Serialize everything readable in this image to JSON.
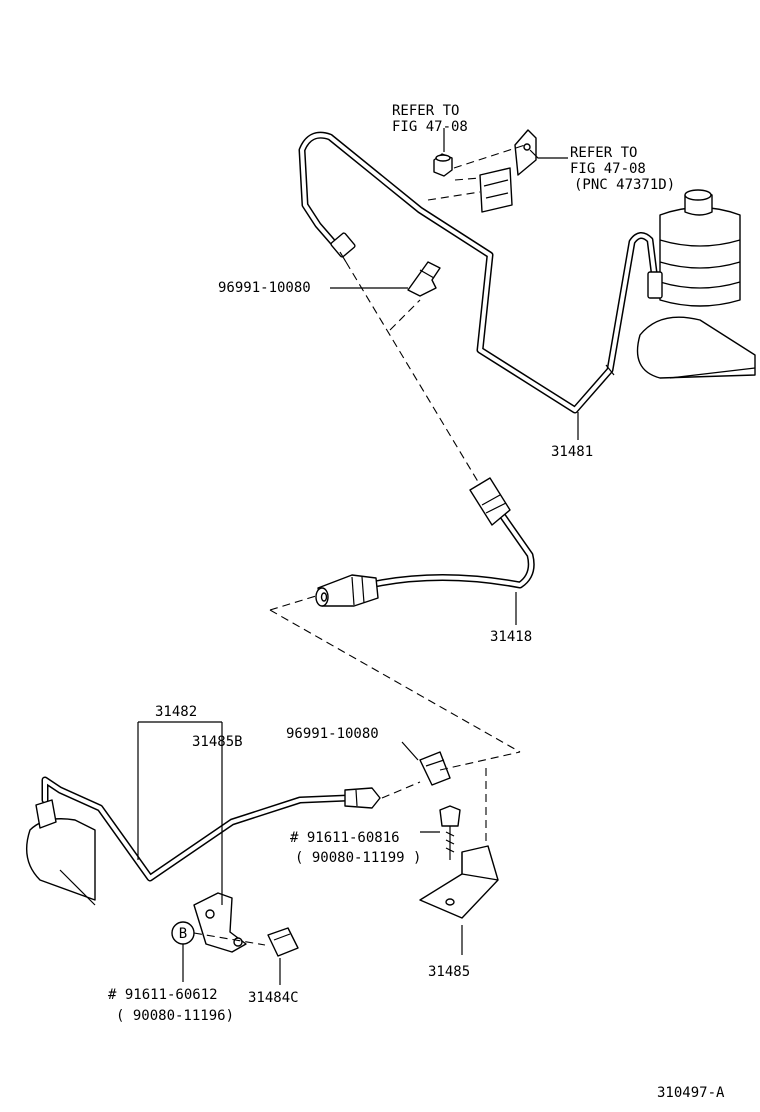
{
  "labels": {
    "refer_top_1": "REFER TO",
    "refer_top_2": "FIG 47-08",
    "refer_right_1": "REFER TO",
    "refer_right_2": "FIG 47-08",
    "refer_right_3": "(PNC 47371D)",
    "clip_upper": "96991-10080",
    "part_31481": "31481",
    "part_31418": "31418",
    "part_31482": "31482",
    "part_31485B": "31485B",
    "clip_lower": "96991-10080",
    "bolt_right_1": "# 91611-60816",
    "bolt_right_2": "( 90080-11199 )",
    "part_31485": "31485",
    "callout_b": "B",
    "bolt_left_1": "# 91611-60612",
    "bolt_left_2": "( 90080-11196)",
    "part_31484C": "31484C",
    "figure_code": "310497-A"
  }
}
